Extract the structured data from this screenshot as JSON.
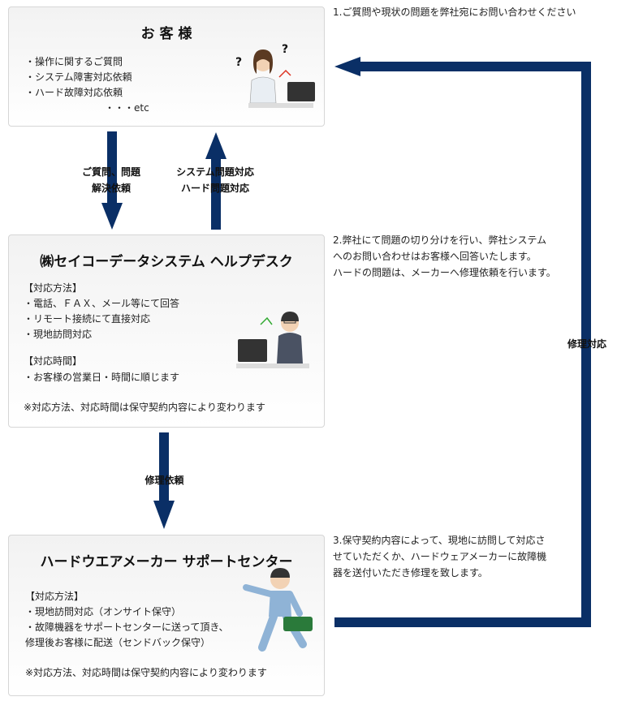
{
  "customer": {
    "title": "お 客 様",
    "items": [
      "・操作に関するご質問",
      "・システム障害対応依頼",
      "・ハード故障対応依頼",
      "・・・etc"
    ]
  },
  "flow": {
    "down_label": [
      "ご質問、問題",
      "解決依頼"
    ],
    "up_label": [
      "システム問題対応",
      "ハード問題対応"
    ],
    "repair_request": "修理依頼",
    "repair_response": "修理対応"
  },
  "helpdesk": {
    "title": "㈱セイコーデータシステム ヘルプデスク",
    "lines": [
      "【対応方法】",
      "・電話、ＦＡＸ、メール等にて回答",
      "・リモート接続にて直接対応",
      "・現地訪問対応",
      "",
      "【対応時間】",
      "・お客様の営業日・時間に順じます",
      "",
      "※対応方法、対応時間は保守契約内容により変わります"
    ]
  },
  "maker": {
    "title": "ハードウエアメーカー サポートセンター",
    "lines": [
      "【対応方法】",
      "・現地訪問対応（オンサイト保守）",
      "・故障機器をサポートセンターに送って頂き、",
      "修理後お客様に配送（センドバック保守）",
      "",
      "※対応方法、対応時間は保守契約内容により変わります"
    ]
  },
  "notes": {
    "step1": [
      "1.ご質問や現状の問題を弊社宛にお問い合わせください"
    ],
    "step2": [
      "2.弊社にて問題の切り分けを行い、弊社システム",
      "へのお問い合わせはお客様へ回答いたします。",
      "ハードの問題は、メーカーへ修理依頼を行います。"
    ],
    "step3": [
      "3.保守契約内容によって、現地に訪問して対応さ",
      "せていただくか、ハードウェアメーカーに故障機",
      "器を送付いただき修理を致します。"
    ]
  },
  "colors": {
    "arrow": "#0a2f66",
    "box_border": "#d6d6d6"
  }
}
